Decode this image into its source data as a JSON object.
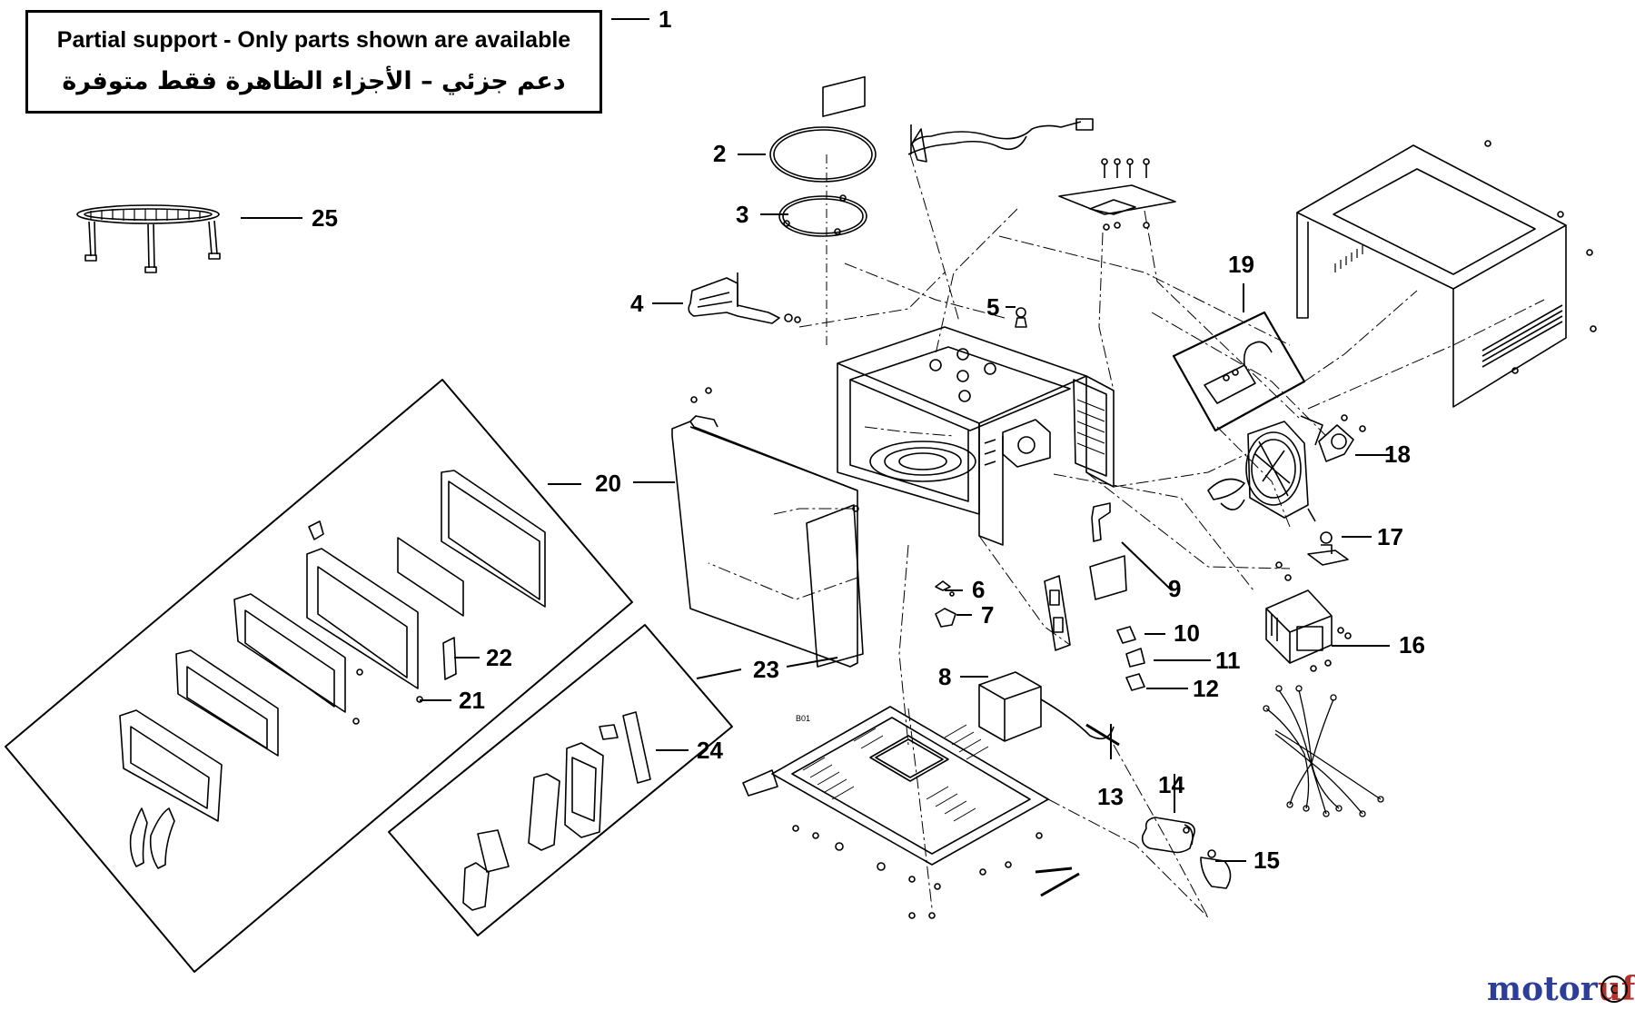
{
  "notice": {
    "english": "Partial support - Only parts shown are available",
    "arabic": "دعم جزئي – الأجزاء الظاهرة فقط متوفرة"
  },
  "callouts": [
    "1",
    "2",
    "3",
    "4",
    "5",
    "6",
    "7",
    "8",
    "9",
    "10",
    "11",
    "12",
    "13",
    "14",
    "15",
    "16",
    "17",
    "18",
    "19",
    "20",
    "21",
    "22",
    "23",
    "24",
    "25"
  ],
  "part_code": "B01",
  "watermark": {
    "brand_a": "motor",
    "brand_b": "uf",
    "copyright": "c"
  }
}
